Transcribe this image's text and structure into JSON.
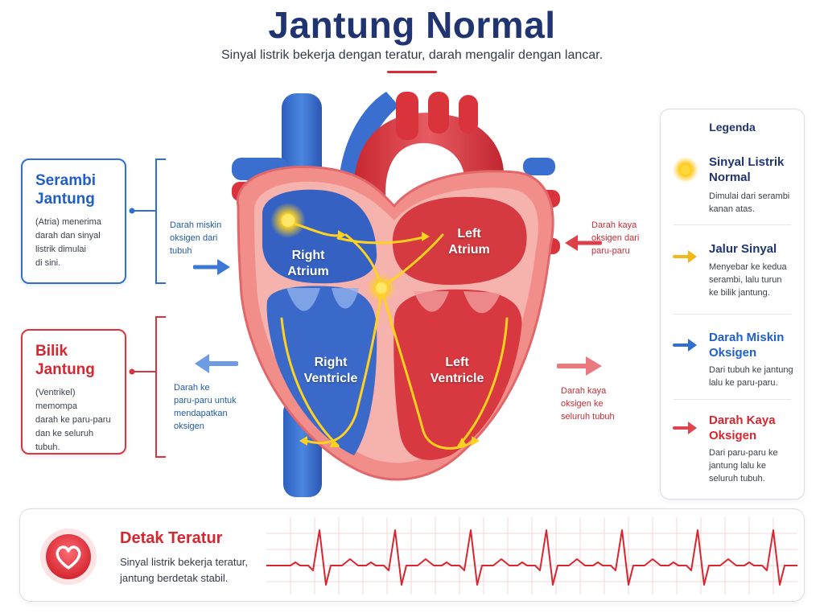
{
  "header": {
    "title": "Jantung Normal",
    "subtitle": "Sinyal listrik bekerja dengan teratur, darah mengalir dengan lancar."
  },
  "cards": {
    "atria": {
      "title_line1": "Serambi",
      "title_line2": "Jantung",
      "desc": [
        "(Atria) menerima",
        "darah dan sinyal",
        "listrik dimulai",
        "di sini."
      ],
      "color": "#1f5fc8"
    },
    "ventricles": {
      "title_line1": "Bilik",
      "title_line2": "Jantung",
      "desc": [
        "(Ventrikel) memompa",
        "darah ke paru-paru",
        "dan ke seluruh",
        "tubuh."
      ],
      "color": "#d6262f"
    }
  },
  "annotations": {
    "blue_in": [
      "Darah miskin",
      "oksigen dari",
      "tubuh"
    ],
    "blue_out": [
      "Darah ke",
      "paru-paru untuk",
      "mendapatkan",
      "oksigen"
    ],
    "red_in": [
      "Darah kaya",
      "oksigen dari",
      "paru-paru"
    ],
    "red_out": [
      "Darah kaya",
      "oksigen ke",
      "seluruh tubuh"
    ]
  },
  "chambers": {
    "right_atrium": [
      "Right",
      "Atrium"
    ],
    "left_atrium": [
      "Left",
      "Atrium"
    ],
    "right_ventricle": [
      "Right",
      "Ventricle"
    ],
    "left_ventricle": [
      "Left",
      "Ventricle"
    ]
  },
  "legend": {
    "title": "Legenda",
    "items": [
      {
        "icon": "electric-signal-icon",
        "title": [
          "Sinyal Listrik",
          "Normal"
        ],
        "desc": [
          "Dimulai dari serambi",
          "kanan atas."
        ],
        "color": "#1f3470"
      },
      {
        "icon": "yellow-arrow-icon",
        "title": [
          "Jalur Sinyal"
        ],
        "desc": [
          "Menyebar ke kedua",
          "serambi, lalu turun",
          "ke bilik jantung."
        ],
        "color": "#1f3470"
      },
      {
        "icon": "blue-arrow-icon",
        "title": [
          "Darah Miskin",
          "Oksigen"
        ],
        "desc": [
          "Dari tubuh ke jantung",
          "lalu ke paru-paru."
        ],
        "color": "#1f5fc8"
      },
      {
        "icon": "red-arrow-icon",
        "title": [
          "Darah Kaya",
          "Oksigen"
        ],
        "desc": [
          "Dari paru-paru ke",
          "jantung lalu ke",
          "seluruh tubuh."
        ],
        "color": "#d6262f"
      }
    ]
  },
  "banner": {
    "title": "Detak Teratur",
    "desc": [
      "Sinyal listrik bekerja teratur,",
      "jantung berdetak stabil."
    ],
    "icon": "heart-icon"
  },
  "colors": {
    "deoxygenated": "#2f62c4",
    "oxygenated": "#d9333b",
    "signal": "#f5c21b",
    "navy": "#1f3470"
  }
}
